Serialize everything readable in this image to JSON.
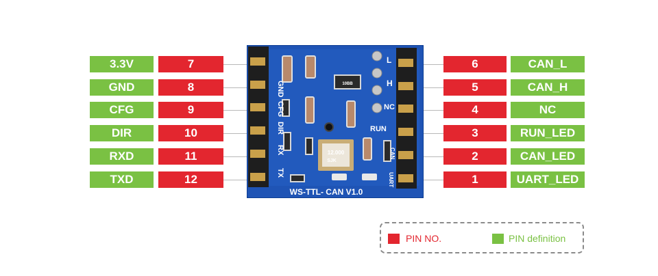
{
  "left_pins": [
    {
      "name": "3.3V",
      "number": "7"
    },
    {
      "name": "GND",
      "number": "8"
    },
    {
      "name": "CFG",
      "number": "9"
    },
    {
      "name": "DIR",
      "number": "10"
    },
    {
      "name": "RXD",
      "number": "11"
    },
    {
      "name": "TXD",
      "number": "12"
    }
  ],
  "right_pins": [
    {
      "number": "6",
      "name": "CAN_L"
    },
    {
      "number": "5",
      "name": "CAN_H"
    },
    {
      "number": "4",
      "name": "NC"
    },
    {
      "number": "3",
      "name": "RUN_LED"
    },
    {
      "number": "2",
      "name": "CAN_LED"
    },
    {
      "number": "1",
      "name": "UART_LED"
    }
  ],
  "board": {
    "title": "WS-TTL- CAN V1.0",
    "left_silk": [
      "GND",
      "CFG",
      "DIR",
      "RX",
      "TX"
    ],
    "right_silk": [
      "L",
      "H",
      "NC",
      "RUN",
      "CAN",
      "UART"
    ],
    "crystal": "12.000",
    "crystal_mark": "SJK",
    "chip_text": "10BB",
    "colors": {
      "pcb": "#1f54b5",
      "pcb_edge": "#0d3d93",
      "header": "#1e1e1e",
      "pin": "#c9a04a"
    }
  },
  "legend": {
    "pin_no_label": "PIN NO.",
    "pin_def_label": "PIN definition",
    "red": "#e3262f",
    "green": "#7ac143"
  }
}
